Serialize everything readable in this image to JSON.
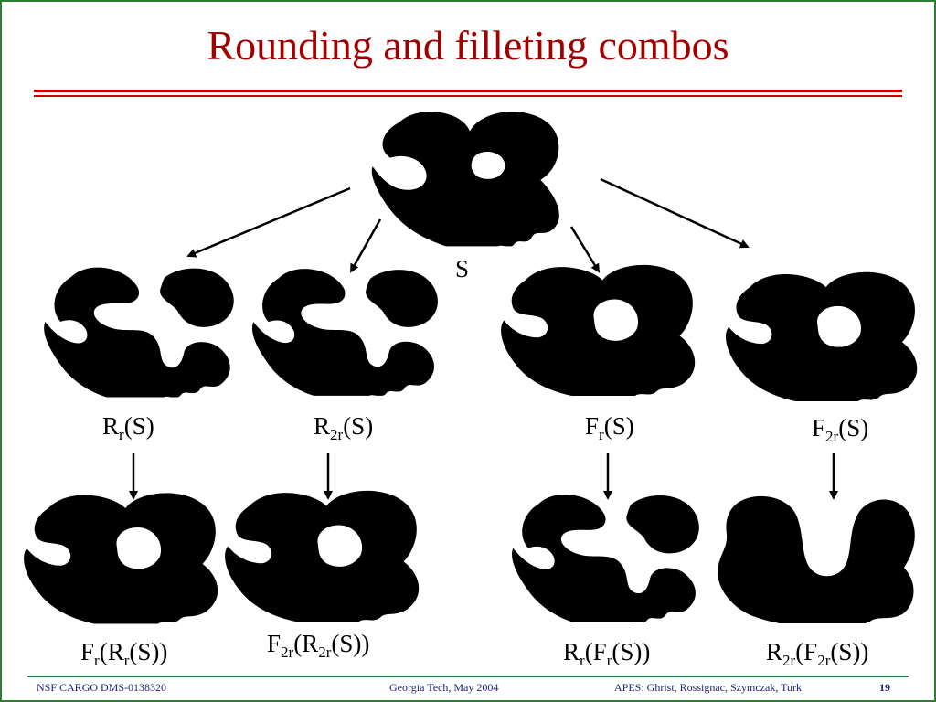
{
  "title": "Rounding and filleting combos",
  "labels": {
    "root": "S",
    "row1": [
      {
        "pre": "R",
        "sub": "r",
        "post": "(S)"
      },
      {
        "pre": "R",
        "sub": "2r",
        "post": "(S)"
      },
      {
        "pre": "F",
        "sub": "r",
        "post": "(S)"
      },
      {
        "pre": "F",
        "sub": "2r",
        "post": "(S)"
      }
    ],
    "row2": [
      {
        "p1": "F",
        "s1": "r",
        "p2": "(R",
        "s2": "r",
        "p3": "(S))"
      },
      {
        "p1": "F",
        "s1": "2r",
        "p2": "(R",
        "s2": "2r",
        "p3": "(S))"
      },
      {
        "p1": "R",
        "s1": "r",
        "p2": "(F",
        "s2": "r",
        "p3": "(S))"
      },
      {
        "p1": "R",
        "s1": "2r",
        "p2": "(F",
        "s2": "2r",
        "p3": "(S))"
      }
    ]
  },
  "footer": {
    "left": "NSF CARGO DMS-0138320",
    "center": "Georgia Tech, May 2004",
    "right": "APES: Ghrist, Rossignac, Szymczak, Turk",
    "page": "19"
  },
  "colors": {
    "title": "#a00000",
    "rule": "#cc0000",
    "frame": "#2e7d32",
    "footer_text": "#1a237e",
    "shape": "#000000"
  }
}
